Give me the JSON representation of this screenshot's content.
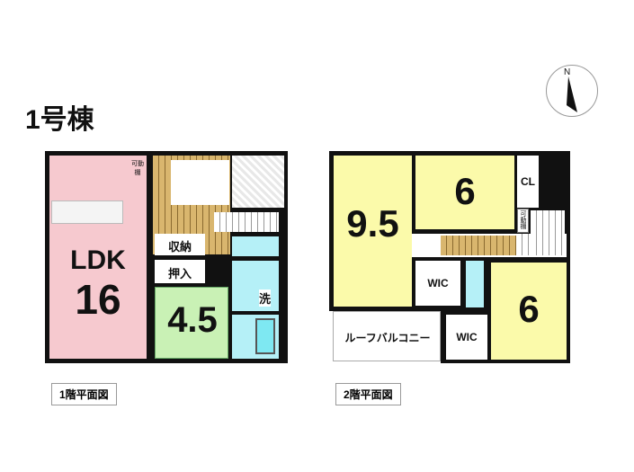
{
  "title": "1号棟",
  "compass": {
    "label": "N"
  },
  "floor1": {
    "caption": "1階平面図",
    "ldk_label": "LDK",
    "ldk_size": "16",
    "washitsu_size": "4.5",
    "storage": "収納",
    "closet": "押入",
    "wash": "洗",
    "movable_shelf": "可動棚"
  },
  "floor2": {
    "caption": "2階平面図",
    "room1_size": "9.5",
    "room2_size": "6",
    "room3_size": "6",
    "cl": "CL",
    "wic1": "WIC",
    "wic2": "WIC",
    "balcony": "ルーフバルコニー",
    "movable_shelf": "可動棚"
  },
  "colors": {
    "ldk": "#f6c9cf",
    "tatami": "#c9f1b5",
    "wet": "#b5f0f7",
    "bedroom": "#fbfaaa",
    "wood": "#d9b66e"
  }
}
